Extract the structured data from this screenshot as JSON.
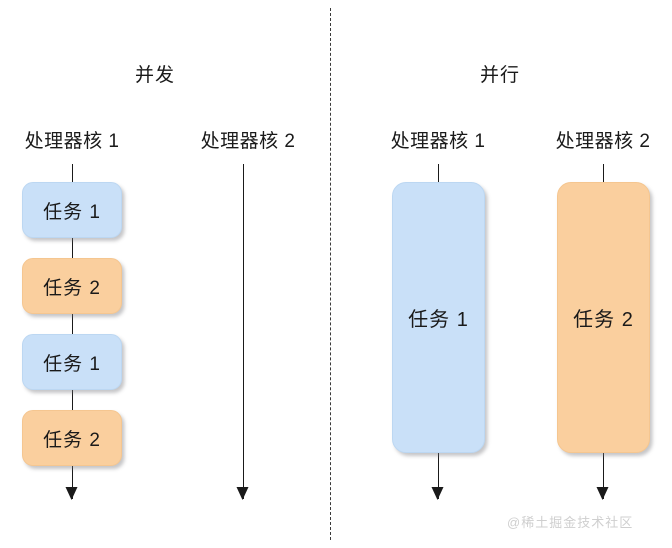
{
  "diagram": {
    "watermark": "@稀土掘金技术社区",
    "colors": {
      "task_blue": "#c9e0f8",
      "task_orange": "#facf9e",
      "line": "#1a1a1a",
      "divider": "#3a3a3a",
      "watermark": "#cfcfcf",
      "background": "#ffffff"
    },
    "panels": [
      {
        "id": "concurrency",
        "title": "并发",
        "cores": [
          {
            "id": "core-1",
            "label": "处理器核 1",
            "tasks": [
              {
                "label": "任务 1",
                "color": "blue"
              },
              {
                "label": "任务 2",
                "color": "orange"
              },
              {
                "label": "任务 1",
                "color": "blue"
              },
              {
                "label": "任务 2",
                "color": "orange"
              }
            ]
          },
          {
            "id": "core-2",
            "label": "处理器核 2",
            "tasks": []
          }
        ]
      },
      {
        "id": "parallelism",
        "title": "并行",
        "cores": [
          {
            "id": "core-1",
            "label": "处理器核 1",
            "tasks": [
              {
                "label": "任务 1",
                "color": "blue"
              }
            ]
          },
          {
            "id": "core-2",
            "label": "处理器核 2",
            "tasks": [
              {
                "label": "任务 2",
                "color": "orange"
              }
            ]
          }
        ]
      }
    ]
  }
}
